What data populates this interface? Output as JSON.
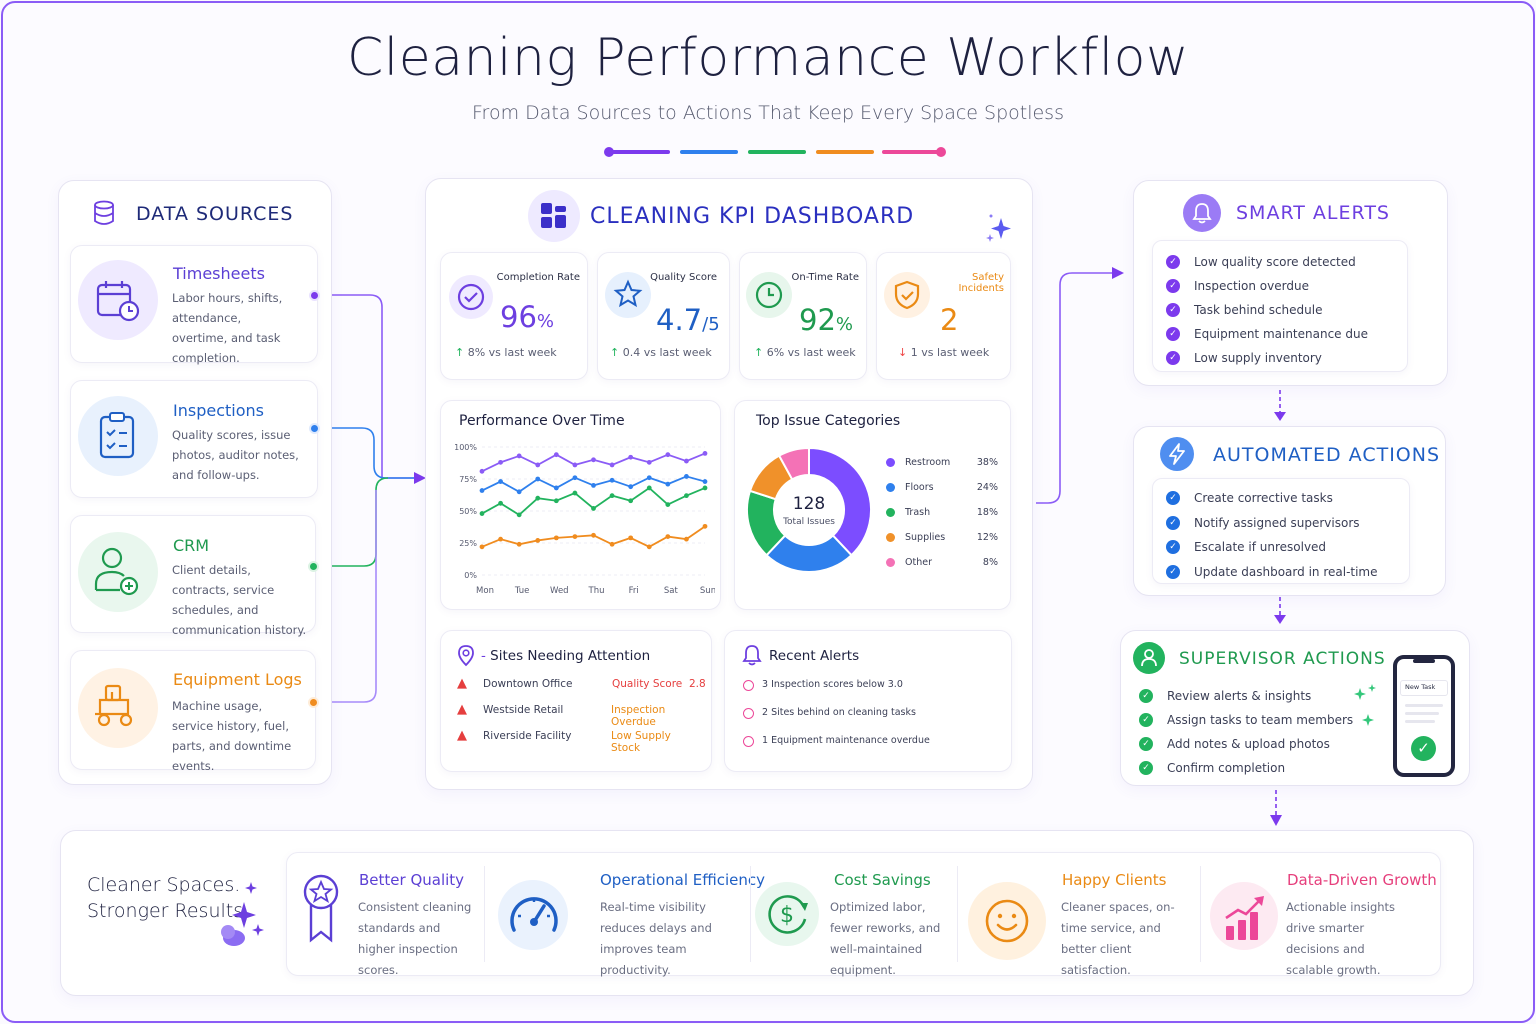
{
  "title": "Cleaning Performance Workflow",
  "subtitle": "From Data Sources to Actions That Keep Every Space Spotless",
  "colors": {
    "purple": "#7c4dff",
    "blue": "#2f80ed",
    "green": "#22b35e",
    "orange": "#f08c1f",
    "pink": "#ec4899",
    "indigo": "#3b2fc9"
  },
  "data_sources": {
    "title": "DATA SOURCES",
    "items": [
      {
        "name": "Timesheets",
        "desc": "Labor hours, shifts, attendance, overtime, and task completion.",
        "icon": "calendar-clock-icon"
      },
      {
        "name": "Inspections",
        "desc": "Quality scores, issue photos, auditor notes, and follow-ups.",
        "icon": "clipboard-check-icon"
      },
      {
        "name": "CRM",
        "desc": "Client details, contracts, service schedules, and communication history.",
        "icon": "user-plus-icon"
      },
      {
        "name": "Equipment Logs",
        "desc": "Machine usage, service history, fuel, parts, and downtime events.",
        "icon": "floor-machine-icon"
      }
    ]
  },
  "dashboard": {
    "title": "CLEANING KPI DASHBOARD",
    "kpis": [
      {
        "label": "Completion Rate",
        "value": "96",
        "unit": "%",
        "delta": "8%",
        "delta_suffix": "vs last week",
        "dir": "up"
      },
      {
        "label": "Quality Score",
        "value": "4.7",
        "unit": "/5",
        "delta": "0.4",
        "delta_suffix": "vs last week",
        "dir": "up"
      },
      {
        "label": "On-Time Rate",
        "value": "92",
        "unit": "%",
        "delta": "6%",
        "delta_suffix": "vs last week",
        "dir": "up"
      },
      {
        "label": "Safety Incidents",
        "value": "2",
        "unit": "",
        "delta": "1",
        "delta_suffix": "vs last week",
        "dir": "down"
      }
    ],
    "performance": {
      "title": "Performance Over Time"
    },
    "issues": {
      "title": "Top Issue Categories",
      "center_value": "128",
      "center_label": "Total Issues"
    },
    "sites": {
      "title": "Sites Needing Attention",
      "rows": [
        {
          "site": "Downtown Office",
          "status": "Quality Score  2.8"
        },
        {
          "site": "Westside Retail",
          "status": "Inspection Overdue"
        },
        {
          "site": "Riverside Facility",
          "status": "Low Supply Stock"
        }
      ]
    },
    "recent_alerts": {
      "title": "Recent Alerts",
      "rows": [
        "3 Inspection scores below 3.0",
        "2 Sites behind on cleaning tasks",
        "1 Equipment maintenance overdue"
      ]
    }
  },
  "chart_data": [
    {
      "type": "line",
      "title": "Performance Over Time",
      "categories": [
        "Mon",
        "Tue",
        "Wed",
        "Thu",
        "Fri",
        "Sat",
        "Sun"
      ],
      "y_ticks": [
        "100%",
        "75%",
        "50%",
        "25%",
        "0%"
      ],
      "ylim": [
        0,
        100
      ],
      "series": [
        {
          "color": "#8b5cf6",
          "values": [
            81,
            88,
            93,
            86,
            94,
            86,
            90,
            86,
            92,
            88,
            94,
            89,
            95
          ]
        },
        {
          "color": "#2f80ed",
          "values": [
            66,
            73,
            65,
            75,
            68,
            76,
            70,
            74,
            69,
            76,
            71,
            77,
            73
          ]
        },
        {
          "color": "#22b35e",
          "values": [
            48,
            56,
            47,
            60,
            58,
            64,
            52,
            62,
            58,
            68,
            55,
            62,
            68
          ]
        },
        {
          "color": "#f08c1f",
          "values": [
            22,
            28,
            24,
            27,
            29,
            30,
            31,
            24,
            29,
            22,
            30,
            28,
            38
          ]
        }
      ]
    },
    {
      "type": "pie",
      "title": "Top Issue Categories",
      "series": [
        {
          "name": "Restroom",
          "value": 38,
          "label": "38%",
          "color": "#7c4dff"
        },
        {
          "name": "Floors",
          "value": 24,
          "label": "24%",
          "color": "#2f80ed"
        },
        {
          "name": "Trash",
          "value": 18,
          "label": "18%",
          "color": "#22b35e"
        },
        {
          "name": "Supplies",
          "value": 12,
          "label": "12%",
          "color": "#f0912a"
        },
        {
          "name": "Other",
          "value": 8,
          "label": "8%",
          "color": "#f472b6"
        }
      ]
    }
  ],
  "smart_alerts": {
    "title": "SMART ALERTS",
    "items": [
      "Low quality score detected",
      "Inspection overdue",
      "Task behind schedule",
      "Equipment maintenance due",
      "Low supply inventory"
    ]
  },
  "automated_actions": {
    "title": "AUTOMATED ACTIONS",
    "items": [
      "Create corrective tasks",
      "Notify assigned supervisors",
      "Escalate if unresolved",
      "Update dashboard in real-time"
    ]
  },
  "supervisor_actions": {
    "title": "SUPERVISOR ACTIONS",
    "items": [
      "Review alerts & insights",
      "Assign tasks to team members",
      "Add notes & upload photos",
      "Confirm completion"
    ],
    "phone_label": "New Task"
  },
  "results": {
    "tagline": "Cleaner Spaces.\nStronger Results.",
    "items": [
      {
        "title": "Better Quality",
        "desc": "Consistent cleaning standards and higher inspection scores.",
        "icon": "award-ribbon-icon",
        "color": "#5b3fd4"
      },
      {
        "title": "Operational Efficiency",
        "desc": "Real-time visibility reduces delays and improves team productivity.",
        "icon": "speedometer-icon",
        "color": "#1f5fc4"
      },
      {
        "title": "Cost Savings",
        "desc": "Optimized labor, fewer reworks, and well-maintained equipment.",
        "icon": "dollar-cycle-icon",
        "color": "#1f9a4f"
      },
      {
        "title": "Happy Clients",
        "desc": "Cleaner spaces, on-time service, and better client satisfaction.",
        "icon": "smiley-icon",
        "color": "#ea8a14"
      },
      {
        "title": "Data-Driven Growth",
        "desc": "Actionable insights drive smarter decisions and scalable growth.",
        "icon": "growth-chart-icon",
        "color": "#e63f7c"
      }
    ]
  }
}
